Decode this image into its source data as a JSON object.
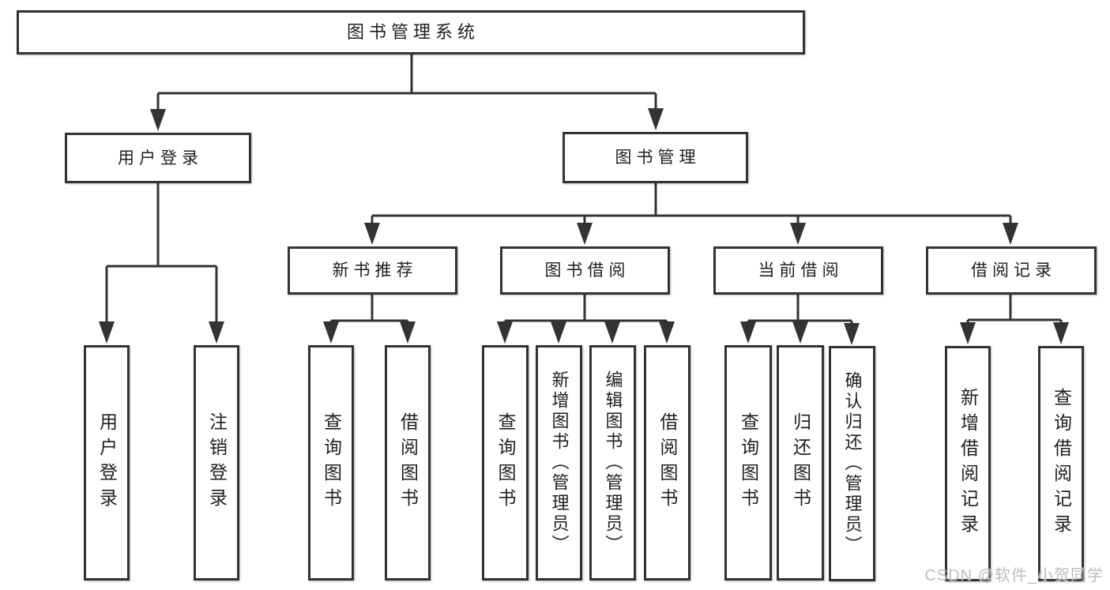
{
  "diagram_title": "图书管理系统",
  "tree": {
    "label": "图书管理系统",
    "children": [
      {
        "label": "用户登录",
        "children": [
          {
            "label": "用户登录"
          },
          {
            "label": "注销登录"
          }
        ]
      },
      {
        "label": "图书管理",
        "children": [
          {
            "label": "新书推荐",
            "children": [
              {
                "label": "查询图书"
              },
              {
                "label": "借阅图书"
              }
            ]
          },
          {
            "label": "图书借阅",
            "children": [
              {
                "label": "查询图书"
              },
              {
                "label": "新增图书（管理员）"
              },
              {
                "label": "编辑图书（管理员）"
              },
              {
                "label": "借阅图书"
              }
            ]
          },
          {
            "label": "当前借阅",
            "children": [
              {
                "label": "查询图书"
              },
              {
                "label": "归还图书"
              },
              {
                "label": "确认归还（管理员）"
              }
            ]
          },
          {
            "label": "借阅记录",
            "children": [
              {
                "label": "新增借阅记录"
              },
              {
                "label": "查询借阅记录"
              }
            ]
          }
        ]
      }
    ]
  },
  "watermark": "CSDN @软件_小贺同学",
  "colors": {
    "line": "#333333",
    "text": "#1f1f1f",
    "background": "#ffffff",
    "watermark": "#b9b9b9"
  }
}
